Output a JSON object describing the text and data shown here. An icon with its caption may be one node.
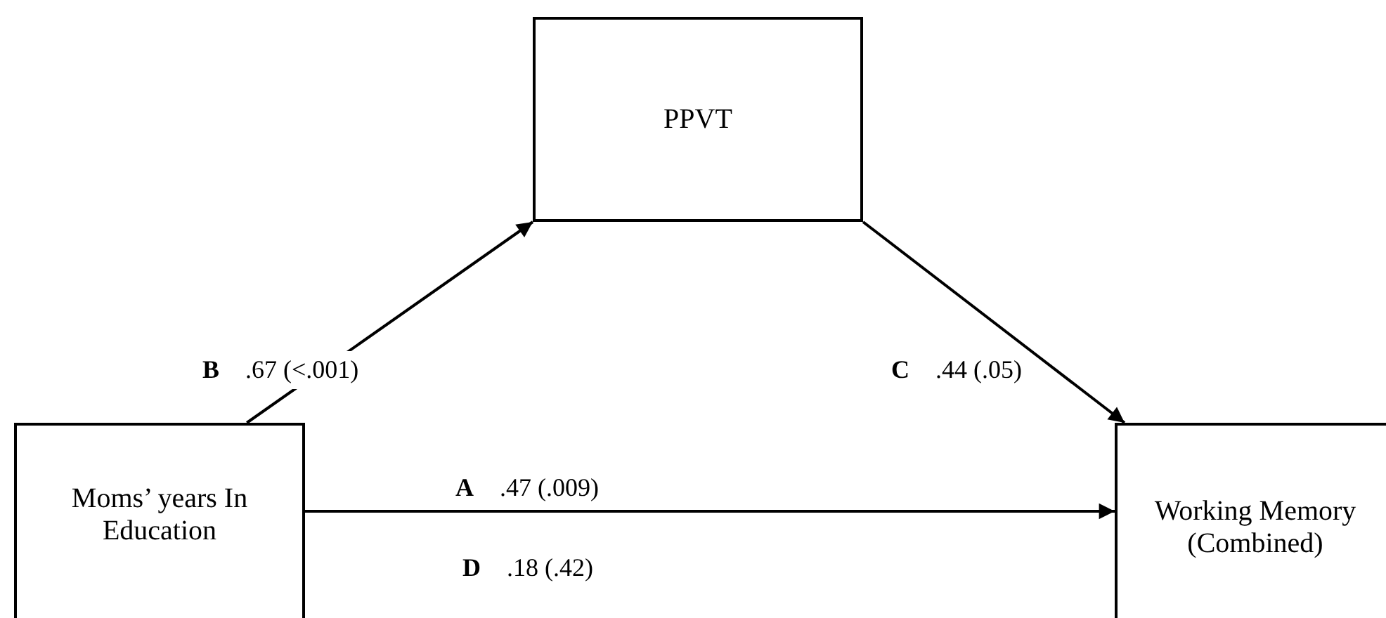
{
  "diagram": {
    "nodes": [
      {
        "text": [
          "PPVT"
        ]
      },
      {
        "text": [
          "Moms’ years In Education"
        ]
      },
      {
        "text": [
          "Working Memory (Combined)"
        ]
      }
    ],
    "edges": [
      {
        "from": 1,
        "to": 0,
        "arrow": "to",
        "label": "**B** .67 (<.001)"
      },
      {
        "from": 0,
        "to": 2,
        "arrow": "to",
        "label": "**C** .44 (.05)"
      },
      {
        "from": 1,
        "to": 2,
        "arrow": "to",
        "label": "**A** .47 (.009)"
      }
    ],
    "labels": [
      "**D** .18 (.42)"
    ]
  }
}
